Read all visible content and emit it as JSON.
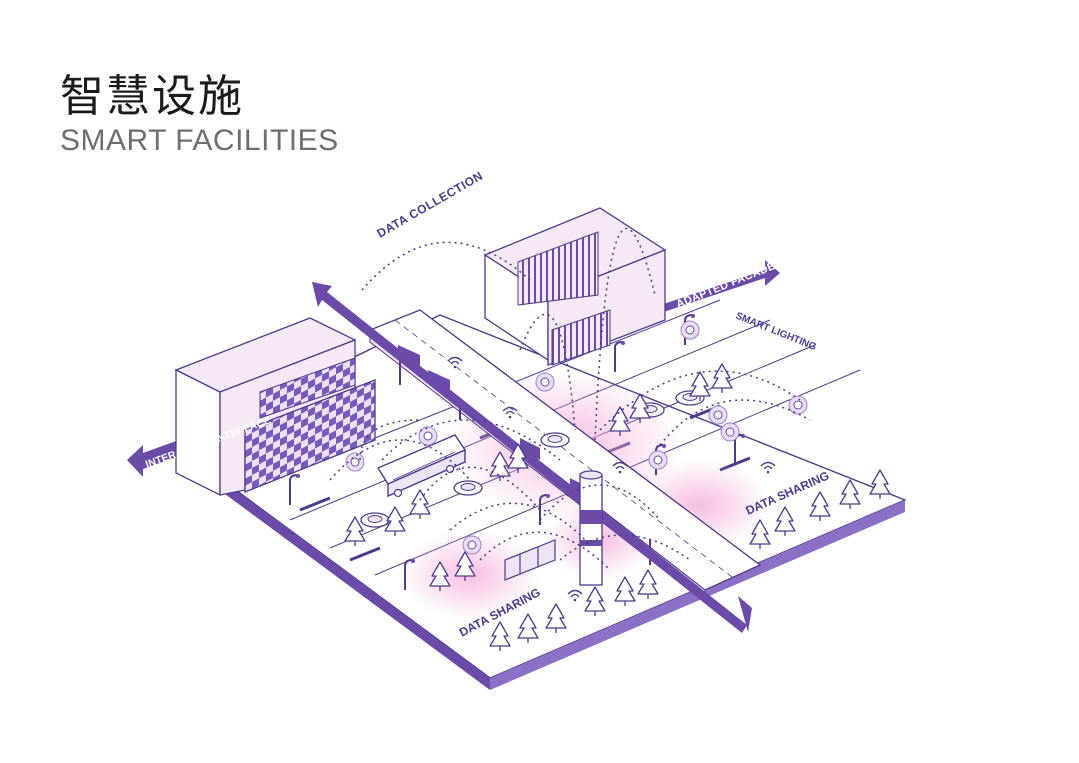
{
  "title": {
    "cn": "智慧设施",
    "en": "SMART FACILITIES"
  },
  "labels": {
    "data_collection": "DATA COLLECTION",
    "adapted_facade": "ADAPTED FACADE",
    "smart_lighting": "SMART LIGHTING",
    "interactive_interface": "INTERACTIVE INTERFACE",
    "data_sharing_left": "DATA SHARING",
    "data_sharing_right": "DATA SHARING"
  },
  "colors": {
    "accent_purple": "#6b4aa8",
    "line_purple": "#4d3a8a",
    "pink_glow": "#f2a8d8",
    "building_fill": "#f6e8f4",
    "checker_dark": "#7a5ab8",
    "ground": "#ffffff",
    "text_dark": "#1b1b1b",
    "text_grey": "#6e6e6e"
  },
  "icons": [
    "tree-icon",
    "streetlight-icon",
    "bus-icon",
    "car-icon",
    "wifi-icon",
    "person-icon",
    "bench-icon",
    "kiosk-icon"
  ]
}
